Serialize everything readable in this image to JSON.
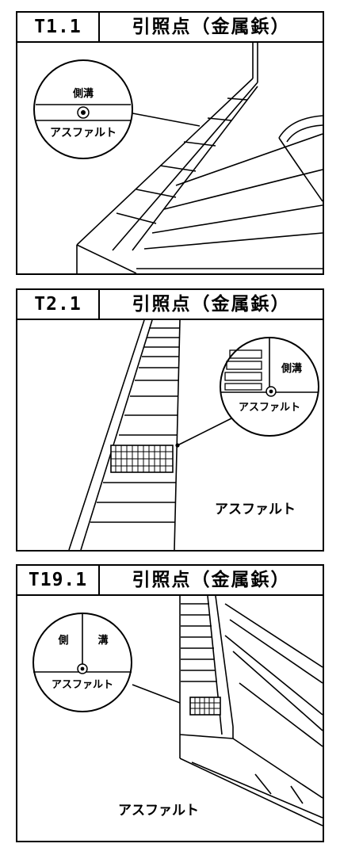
{
  "panels": [
    {
      "code": "T1.1",
      "title": "引照点（金属鋲）",
      "labels": {
        "ditch": "側溝",
        "asphalt": "アスファルト"
      }
    },
    {
      "code": "T2.1",
      "title": "引照点（金属鋲）",
      "labels": {
        "ditch": "側溝",
        "asphalt_circle": "アスファルト",
        "asphalt_road": "アスファルト"
      }
    },
    {
      "code": "T19.1",
      "title": "引照点（金属鋲）",
      "labels": {
        "ditch_left": "側",
        "ditch_right": "溝",
        "asphalt_circle": "アスファルト",
        "asphalt_road": "アスファルト"
      }
    }
  ]
}
